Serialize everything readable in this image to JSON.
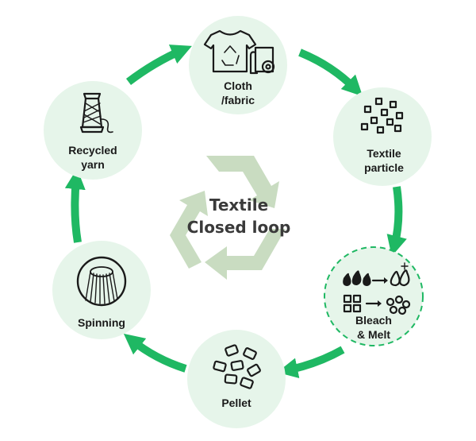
{
  "center": {
    "line1": "Textile",
    "line2": "Closed loop"
  },
  "nodes": {
    "cloth": {
      "line1": "Cloth",
      "line2": "/fabric"
    },
    "textile_particle": {
      "line1": "Textile",
      "line2": "particle"
    },
    "bleach_melt": {
      "line1": "Bleach",
      "line2": "& Melt"
    },
    "pellet": {
      "line1": "Pellet"
    },
    "spinning": {
      "line1": "Spinning"
    },
    "recycled_yarn": {
      "line1": "Recycled",
      "line2": "yarn"
    }
  },
  "colors": {
    "arrow": "#1fb863",
    "node_fill": "#e6f5ea",
    "recycle_symbol": "#c9dcc1",
    "highlight_ring": "#1fb863"
  }
}
